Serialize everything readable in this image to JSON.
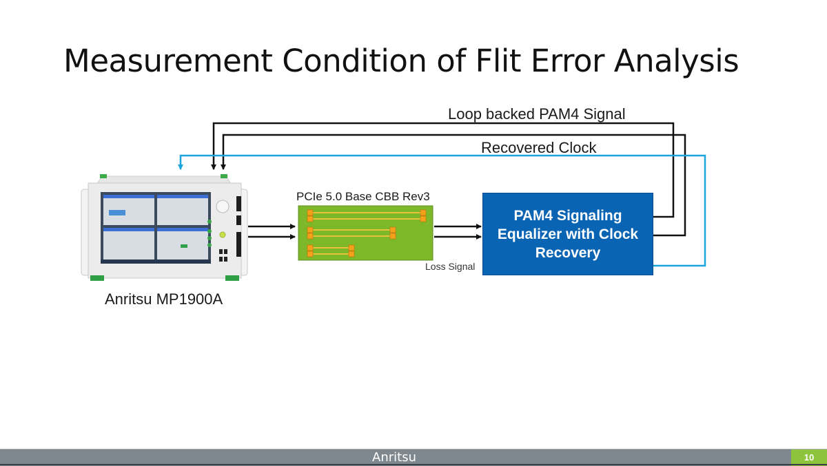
{
  "slide": {
    "title": "Measurement Condition of Flit Error Analysis",
    "page_number": "10",
    "footer_brand": "Anritsu"
  },
  "diagram": {
    "labels": {
      "loop_signal": "Loop backed PAM4 Signal",
      "recovered_clock": "Recovered Clock",
      "cbb": "PCIe 5.0 Base CBB Rev3",
      "loss_signal": "Loss Signal",
      "device": "Anritsu MP1900A"
    },
    "equalizer": {
      "lines": [
        "PAM4 Signaling",
        "Equalizer with Clock",
        "Recovery"
      ]
    },
    "colors": {
      "signal_line": "#111111",
      "clock_line": "#1aa6dc",
      "equalizer_fill": "#0a64b4",
      "board_fill": "#7cb82a",
      "trace": "#e8c23a",
      "pad": "#f4a21a",
      "footer_bar": "#7f888f",
      "page_badge": "#8cc43c"
    }
  }
}
